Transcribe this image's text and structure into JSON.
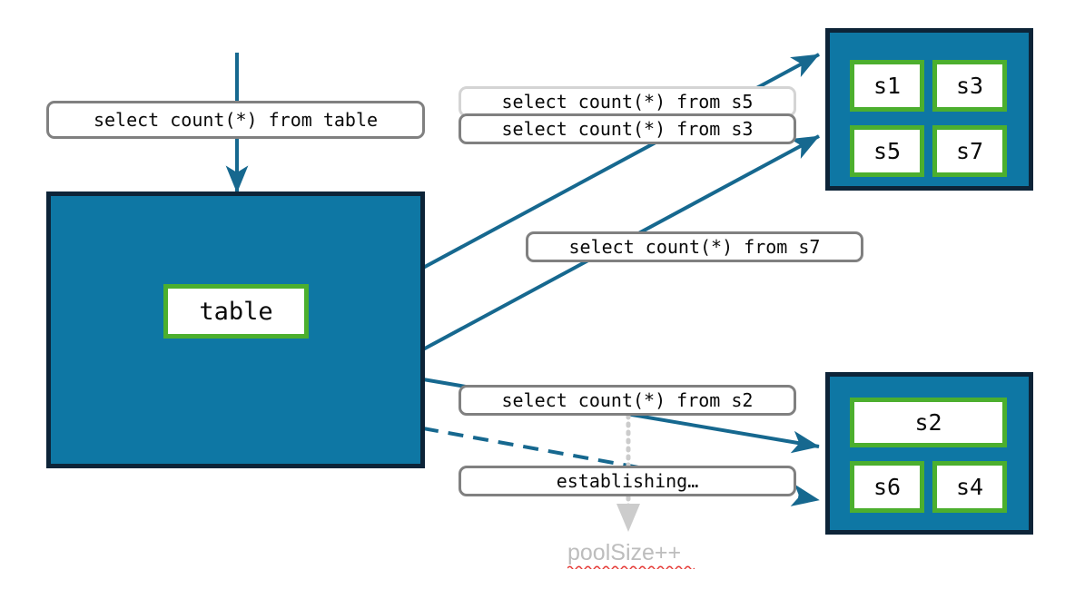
{
  "colors": {
    "container_fill": "#0e77a4",
    "container_border": "#0d2438",
    "node_border": "#4caf2e",
    "node_fill": "#ffffff",
    "arrow": "#16688f",
    "label_border": "#808080",
    "label_border_faded": "#d4d4d4",
    "dotted_arrow": "#cccccc",
    "annotation_text": "#bdbdbd",
    "spellcheck_squiggle": "#e53935",
    "background": "#ffffff"
  },
  "database": {
    "name": "database",
    "node_label": "table"
  },
  "pools": [
    {
      "name": "connection-pool-top",
      "nodes": [
        "s1",
        "s3",
        "s5",
        "s7"
      ]
    },
    {
      "name": "connection-pool-bottom",
      "nodes": [
        "s2",
        "s6",
        "s4"
      ]
    }
  ],
  "labels": {
    "query_table": "select count(*) from table",
    "query_s5": "select count(*) from s5",
    "query_s3": "select count(*) from s3",
    "query_s7": "select count(*) from s7",
    "query_s2": "select count(*) from s2",
    "establishing": "establishing…"
  },
  "annotation": {
    "text": "poolSize++"
  }
}
